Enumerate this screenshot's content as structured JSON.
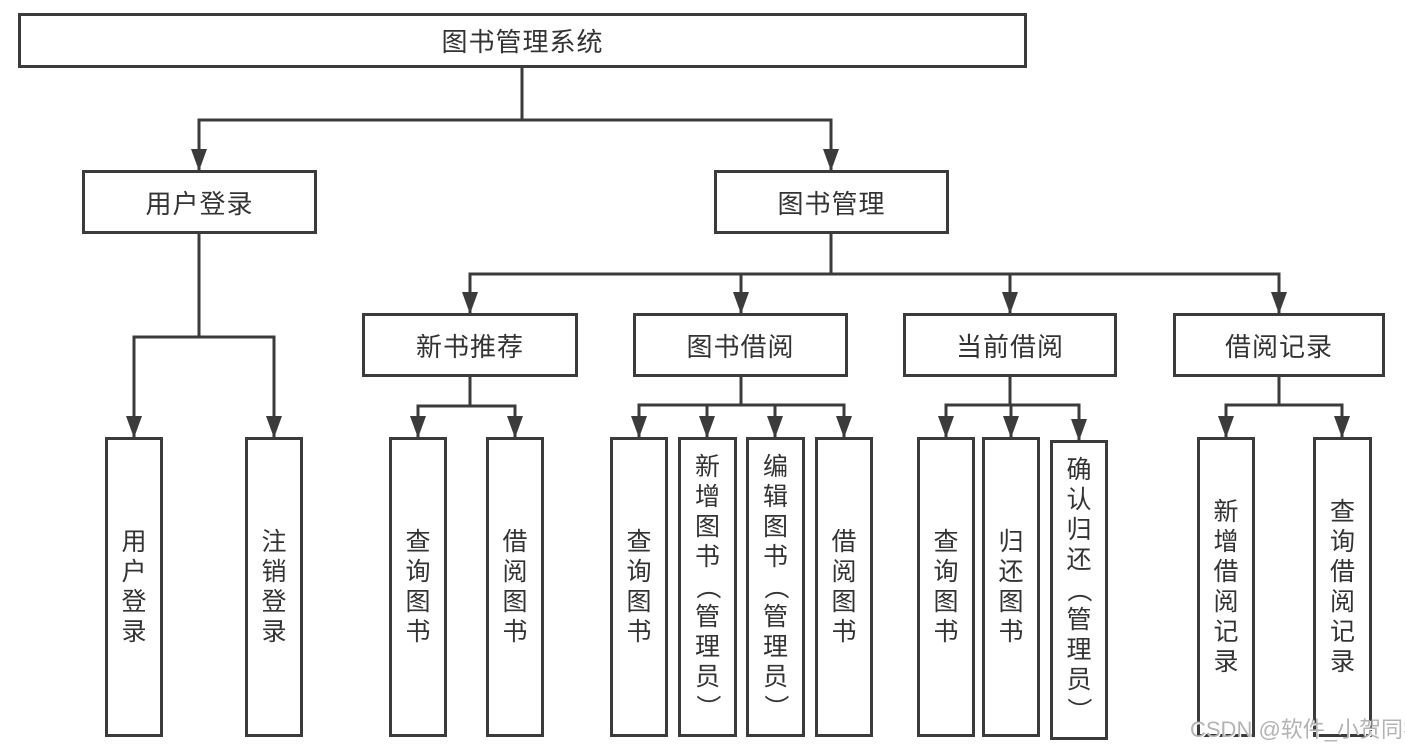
{
  "diagram": {
    "root": {
      "label": "图书管理系统"
    },
    "level2": {
      "user_login": {
        "label": "用户登录"
      },
      "book_management": {
        "label": "图书管理"
      }
    },
    "level3": {
      "new_book_recommend": {
        "label": "新书推荐"
      },
      "book_borrow": {
        "label": "图书借阅"
      },
      "current_borrow": {
        "label": "当前借阅"
      },
      "borrow_records": {
        "label": "借阅记录"
      }
    },
    "leaves": [
      {
        "label": "用户登录"
      },
      {
        "label": "注销登录"
      },
      {
        "label": "查询图书"
      },
      {
        "label": "借阅图书"
      },
      {
        "label": "查询图书"
      },
      {
        "label": "新增图书（管理员）"
      },
      {
        "label": "编辑图书（管理员）"
      },
      {
        "label": "借阅图书"
      },
      {
        "label": "查询图书"
      },
      {
        "label": "归还图书"
      },
      {
        "label": "确认归还（管理员）"
      },
      {
        "label": "新增借阅记录"
      },
      {
        "label": "查询借阅记录"
      }
    ]
  },
  "watermark": {
    "text": "CSDN @软件_小贺同学"
  },
  "colors": {
    "line": "#3b3b3b",
    "text": "#333333",
    "watermark": "#b3b3b3",
    "background": "#ffffff"
  }
}
